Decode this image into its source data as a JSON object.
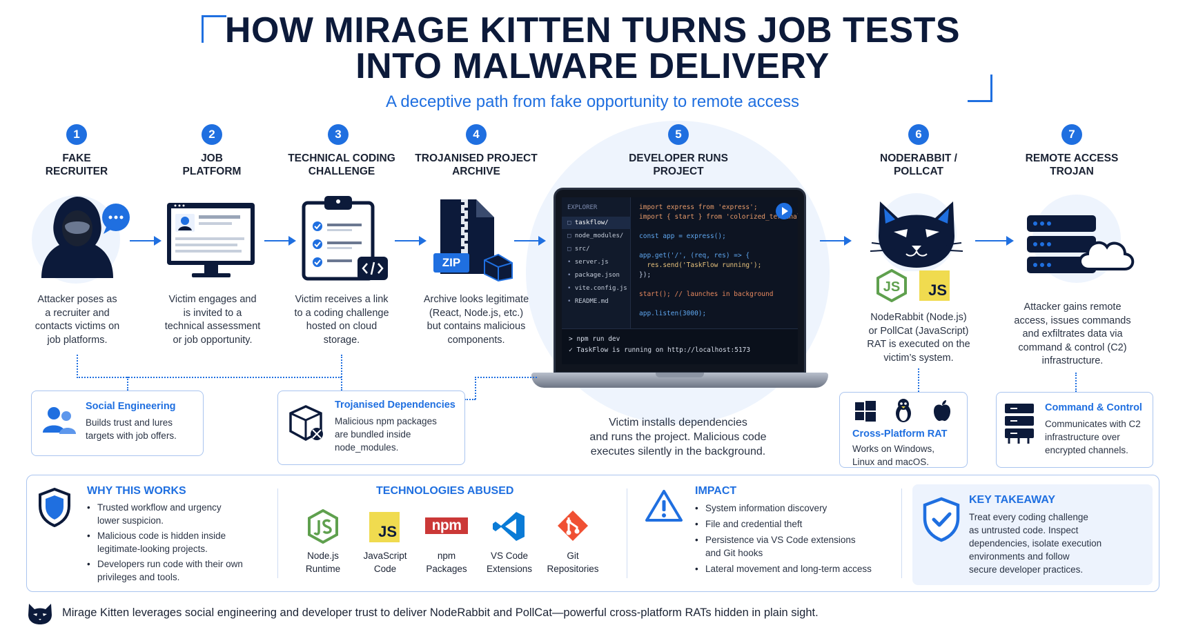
{
  "header": {
    "title_line1": "HOW MIRAGE KITTEN TURNS JOB TESTS",
    "title_line2": "INTO MALWARE DELIVERY",
    "subtitle": "A deceptive path from fake opportunity to remote access"
  },
  "steps": [
    {
      "num": "1",
      "title_line1": "FAKE",
      "title_line2": "RECRUITER",
      "desc": [
        "Attacker poses as",
        "a recruiter and",
        "contacts victims on",
        "job platforms."
      ],
      "icon": "hooded-hacker-icon"
    },
    {
      "num": "2",
      "title_line1": "JOB",
      "title_line2": "PLATFORM",
      "desc": [
        "Victim engages and",
        "is invited to a",
        "technical assessment",
        "or job opportunity."
      ],
      "icon": "profile-monitor-icon"
    },
    {
      "num": "3",
      "title_line1": "TECHNICAL CODING",
      "title_line2": "CHALLENGE",
      "desc": [
        "Victim receives a link",
        "to a coding challenge",
        "hosted on cloud",
        "storage."
      ],
      "icon": "clipboard-checklist-icon"
    },
    {
      "num": "4",
      "title_line1": "TROJANISED PROJECT",
      "title_line2": "ARCHIVE",
      "desc": [
        "Archive looks legitimate",
        "(React, Node.js, etc.)",
        "but contains malicious",
        "components."
      ],
      "icon": "zip-archive-icon",
      "zip_label": "ZIP"
    },
    {
      "num": "5",
      "title_line1": "DEVELOPER RUNS",
      "title_line2": "PROJECT",
      "desc": [
        "Victim installs dependencies",
        "and runs the project. Malicious code",
        "executes silently in the background."
      ],
      "icon": "laptop-icon"
    },
    {
      "num": "6",
      "title_line1": "NODERABBIT /",
      "title_line2": "POLLCAT",
      "desc": [
        "NodeRabbit (Node.js)",
        "or PollCat (JavaScript)",
        "RAT is executed on the",
        "victim’s system."
      ],
      "icon": "cat-head-icon"
    },
    {
      "num": "7",
      "title_line1": "REMOTE ACCESS",
      "title_line2": "TROJAN",
      "desc": [
        "Attacker gains remote",
        "access, issues commands",
        "and exfiltrates data via",
        "command & control (C2)",
        "infrastructure."
      ],
      "icon": "server-cloud-icon"
    }
  ],
  "laptop": {
    "explorer_label": "EXPLORER",
    "files": [
      "taskflow/",
      "node_modules/",
      "src/",
      "server.js",
      "package.json",
      "vite.config.js",
      "README.md"
    ],
    "code_lines": [
      "import express from 'express';",
      "import { start } from 'colorized_terminal';",
      "",
      "const app = express();",
      "",
      "app.get('/', (req, res) => {",
      "  res.send('TaskFlow running');",
      "});",
      "",
      "start(); // launches in background",
      "",
      "app.listen(3000);"
    ],
    "terminal_lines": [
      "> npm run dev",
      "✓ TaskFlow is running on http://localhost:5173"
    ]
  },
  "cards": {
    "social": {
      "title": "Social Engineering",
      "text": [
        "Builds trust and lures",
        "targets with job offers."
      ]
    },
    "deps": {
      "title": "Trojanised Dependencies",
      "text": [
        "Malicious npm packages",
        "are bundled inside",
        "node_modules."
      ]
    },
    "crossplatform": {
      "title": "Cross-Platform RAT",
      "text": [
        "Works on Windows,",
        "Linux and macOS."
      ]
    },
    "c2": {
      "title": "Command & Control",
      "text": [
        "Communicates with C2",
        "infrastructure over",
        "encrypted channels."
      ]
    }
  },
  "why": {
    "title": "WHY THIS WORKS",
    "items": [
      [
        "Trusted workflow and urgency",
        "lower suspicion."
      ],
      [
        "Malicious code is hidden inside",
        "legitimate-looking projects."
      ],
      [
        "Developers run code with their own",
        "privileges and tools."
      ]
    ]
  },
  "tech": {
    "title": "TECHNOLOGIES ABUSED",
    "items": [
      {
        "l1": "Node.js",
        "l2": "Runtime"
      },
      {
        "l1": "JavaScript",
        "l2": "Code"
      },
      {
        "l1": "npm",
        "l2": "Packages"
      },
      {
        "l1": "VS Code",
        "l2": "Extensions"
      },
      {
        "l1": "Git",
        "l2": "Repositories"
      }
    ],
    "js_text": "JS",
    "npm_text": "npm"
  },
  "impact": {
    "title": "IMPACT",
    "items": [
      [
        "System information discovery"
      ],
      [
        "File and credential theft"
      ],
      [
        "Persistence via VS Code extensions",
        "and Git hooks"
      ],
      [
        "Lateral movement and long-term access"
      ]
    ]
  },
  "takeaway": {
    "title": "KEY TAKEAWAY",
    "text": [
      "Treat every coding challenge",
      "as untrusted code. Inspect",
      "dependencies, isolate execution",
      "environments and follow",
      "secure developer practices."
    ]
  },
  "footer": {
    "text": "Mirage Kitten leverages social engineering and developer trust to deliver NodeRabbit and PollCat—powerful cross-platform RATs hidden in plain sight."
  },
  "colors": {
    "accent": "#1f6fe0",
    "navy": "#0c1a3a",
    "node_green": "#5fa04e",
    "js_yellow": "#f0db4f",
    "npm_red": "#cb3837",
    "vscode_blue": "#0a7bd6",
    "git_orange": "#f05033"
  }
}
